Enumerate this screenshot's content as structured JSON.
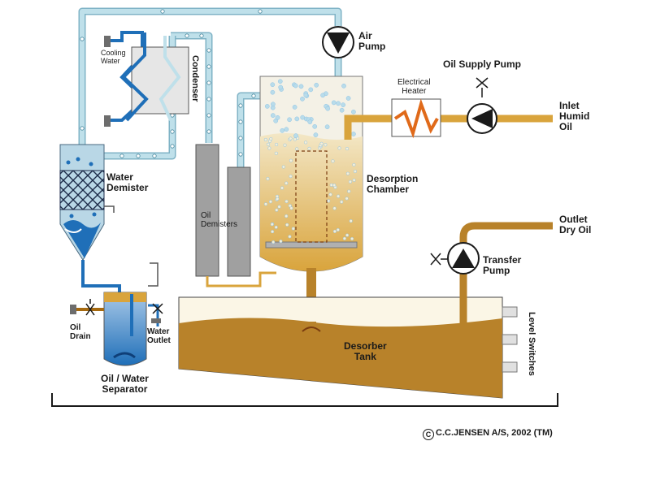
{
  "labels": {
    "air_pump": [
      "Air",
      "Pump"
    ],
    "oil_supply_pump": "Oil Supply Pump",
    "electrical_heater": [
      "Electrical",
      "Heater"
    ],
    "inlet_humid_oil": [
      "Inlet",
      "Humid",
      "Oil"
    ],
    "cooling_water": [
      "Cooling",
      "Water"
    ],
    "condenser": "Condenser",
    "water_demister": [
      "Water",
      "Demister"
    ],
    "desorption_chamber": [
      "Desorption",
      "Chamber"
    ],
    "oil_demisters": [
      "Oil",
      "Demisters"
    ],
    "outlet_dry_oil": [
      "Outlet",
      "Dry Oil"
    ],
    "transfer_pump": [
      "Transfer",
      "Pump"
    ],
    "level_switches": "Level Switches",
    "oil_drain": [
      "Oil",
      "Drain"
    ],
    "water_outlet": [
      "Water",
      "Outlet"
    ],
    "oil_water_separator": [
      "Oil / Water",
      "Separator"
    ],
    "desorber_tank": [
      "Desorber",
      "Tank"
    ]
  },
  "copyright": {
    "symbol": "C",
    "text": "C.C.JENSEN A/S, 2002 (TM)"
  },
  "colors": {
    "oil": "#d9a43c",
    "oil_light": "#e8c46a",
    "oil_dark": "#a66a10",
    "tank_oil": "#b8822a",
    "air_pipe": "#a9d4e0",
    "air_pipe_edge": "#7fb3c6",
    "water": "#1f6fb8",
    "water_light": "#8ec3e6",
    "heater": "#e06a1a",
    "grey": "#a0a0a0",
    "grey_dark": "#6d6d6d"
  }
}
